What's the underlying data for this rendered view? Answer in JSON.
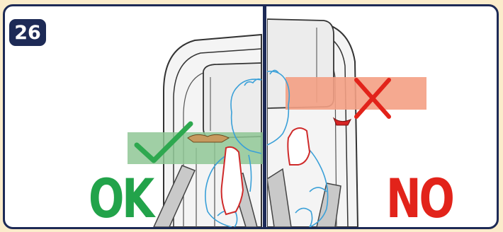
{
  "step_number": "26",
  "left_panel": {
    "verdict": "OK",
    "verdict_color": "#22a34a",
    "band_color": "#8fc795"
  },
  "right_panel": {
    "verdict": "NO",
    "verdict_color": "#e2231a",
    "band_color": "#f4a084"
  },
  "colors": {
    "frame": "#1d2a56",
    "background": "#fbeccb",
    "seat": "#eeeeee",
    "belt": "#c9c9c9",
    "child_outline": "#3aa0d8"
  },
  "icons": {
    "left_mark": "check-mark-icon",
    "right_mark": "cross-mark-icon"
  }
}
